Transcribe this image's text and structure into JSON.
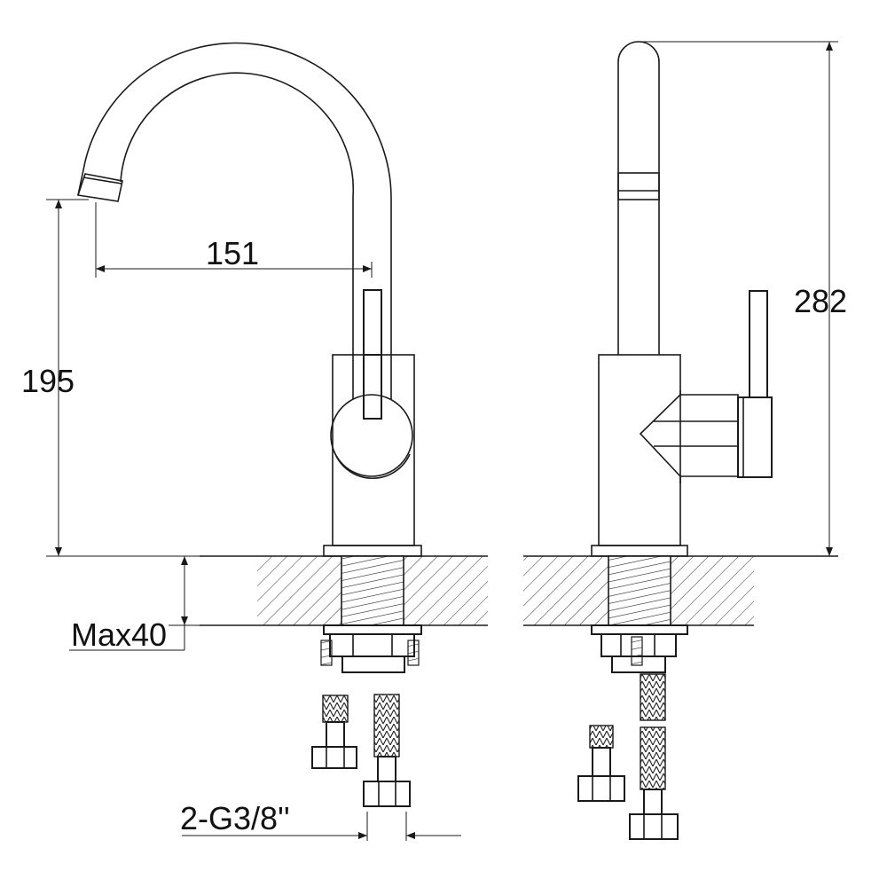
{
  "dimensions": {
    "spout_reach": "151",
    "spout_height": "195",
    "total_height": "282",
    "max_deck_thickness": "Max40",
    "inlet_connection": "2-G3/8''"
  }
}
